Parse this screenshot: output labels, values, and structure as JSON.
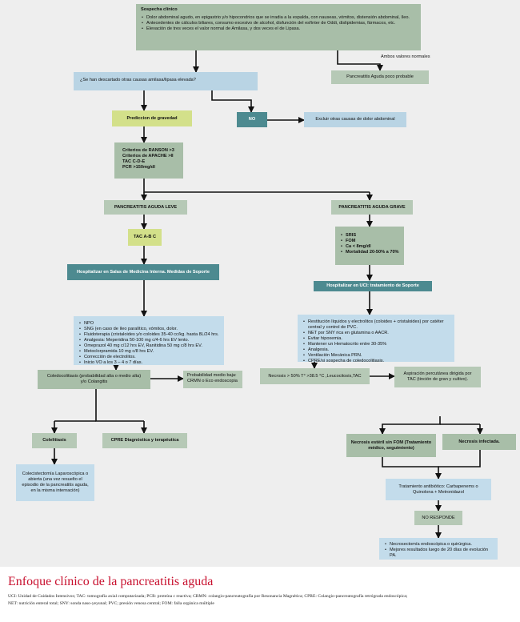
{
  "boxes": {
    "sospecha_title": "Sospecha clínico",
    "sospecha_items": [
      "Dolor abdominal agudo, en epigastrio y/o hipocondrios que se irradia a la espalda, con nauseas, vómitos, distensión abdominal, íleo.",
      "Antecedentes de cálculos biliares, consumo excesivo de alcohol, disfunción del esfínter de Oddi, dislipidemias, fármacos, etc.",
      "Elevación de tres veces el valor normal de Amilasa, y dos veces el de Lipasa."
    ],
    "ambos_label": "Ambos valores normales",
    "poco_probable": "Pancreatitis Aguda poco probable",
    "descartado": "¿Se han descartado otras causas amilasa/lipasa elevada?",
    "prediccion": "Prediccion de gravedad",
    "no": "NO",
    "excluir": "Excluir otras causas de dolor abdominal",
    "criterios": [
      "Criterios de RANSON >3",
      "Criterios de APACHE >II",
      "TAC  C-D-E",
      "PCR >150mg/dl"
    ],
    "leve": "PANCREATITIS AGUDA LEVE",
    "grave": "PANCREATITIS AGUDA GRAVE",
    "tac": "TAC A-B C",
    "sris": [
      "SRIS",
      "FOM",
      "Ca < 8mg/dl",
      "Mortalidad 20-50% a 70%"
    ],
    "hosp_leve": "Hospitalizar en Salas de Medicina Interna. Medidas de Soporte",
    "hosp_grave": "Hospitalizar en UCI: tratamiento de Soporte",
    "leve_items": [
      "NPO",
      "SNG (en caso de íleo paralítico, vómitos,        dolor.",
      "Fluidoterapia (cristaloides y/o coloides 35-40 cc/kg. hasta 8L/24 hrs.",
      "Analgesia: Meperidina 50-100 mg c/4-6 hrs EV lento.",
      "Omeprazol 40 mg c/12 hrs EV, Ranitidina 50 mg c/8 hrs EV.",
      "Metoclorpramida 10 mg c/8 hrs EV.",
      "Corrección de electrolitos.",
      "Inicio  VO a los 3 – 4 o 7 días."
    ],
    "grave_items": [
      "Restitución líquidos y electrolitos (coloides + cristaloides) por catéter central y control de PVC.",
      "NET por SNY rica en glutamina o AACR.",
      "Evitar hipoxemia.",
      "Mantener un Hematocrito entre 30-35%",
      "Analgesia.",
      "Ventilación Mecánica PRN.",
      "CPRE/si sospecha de coledocolitiasis."
    ],
    "coledoco": "Coledocolitiasis (probabilidad alta o medio alta) y/o Colangitis",
    "prob_baja": "Probabilidad  medio baja: CRMN o Eco endoscopia",
    "colelitiasis": "Colelitiasis",
    "cpre": "CPRE Diagnóstica y terapéutica",
    "colecistectomia": "Colecistectomía Laparoscópica o abierta (una vez resuelto el episodio de la pancreatitis aguda, en la misma internación)",
    "necrosis_crit": "Necrosis > 50% T° >38.5 °C ,Leucocitosis,TAC",
    "aspiracion": "Aspiración percutánea dirigida por TAC (tinción de gran y cultivo).",
    "esteril": "Necrosis estéril sin FOM (Tratamiento médico, seguimiento)",
    "infectada": "Necrosis infectada.",
    "antibiotico": "Tratamiento antibiótico: Carbapenems o Quinolona + Metronidazol",
    "no_responde": "NO RESPONDE",
    "final_items": [
      "Necrosectomía  endoscópica o quirúrgica.",
      "Mejores resultados luego de 20 días de evolución PA."
    ]
  },
  "caption": {
    "title": "Enfoque clínico de la pancreatitis aguda",
    "line1": "UCI: Unidad de Cuidados Intensivos; TAC: tomografía axial computarizada; PCR: proteína c reactiva; CRMN: colangio-pancreatografía por Resonancia Magnética; CPRE: Colangio-pancreatografía retrógrada endoscópica;",
    "line2": "NET: nutrición enteral total; SNY: sonda naso-yeyunal; PVC; presión venosa central; FOM: falla orgánica múltiple"
  },
  "colors": {
    "green": "#a8bea8",
    "blue": "#b9d4e4",
    "yellow": "#d3e08a",
    "teal": "#4d8a90",
    "caption_red": "#c8102e"
  }
}
